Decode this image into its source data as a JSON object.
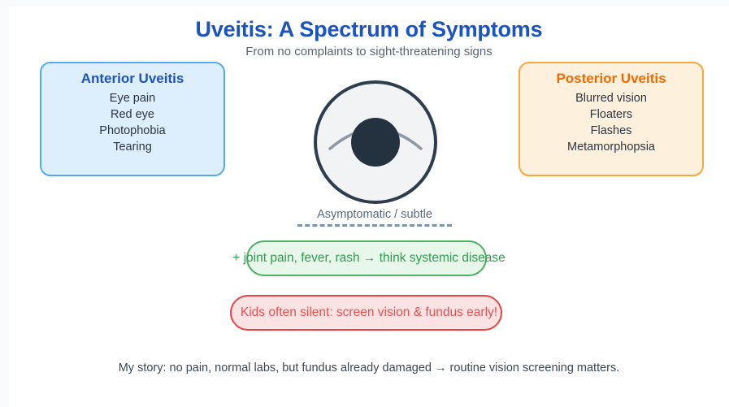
{
  "header": {
    "title": "Uveitis: A Spectrum of Symptoms",
    "subtitle": "From no complaints to sight-threatening signs"
  },
  "panels": {
    "anterior": {
      "heading": "Anterior Uveitis",
      "symptoms": [
        "Eye pain",
        "Red eye",
        "Photophobia",
        "Tearing"
      ],
      "border_color": "#55aaee",
      "fill_color": "#ddeefc",
      "heading_color": "#1b53c0"
    },
    "posterior": {
      "heading": "Posterior Uveitis",
      "symptoms": [
        "Blurred vision",
        "Floaters",
        "Flashes",
        "Metamorphopsia"
      ],
      "border_color": "#f7a83c",
      "fill_color": "#fdf0dd",
      "heading_color": "#f06a00"
    }
  },
  "center": {
    "icon": "eye-icon",
    "caption": "Asymptomatic / subtle",
    "caption_color": "#5c6b7a",
    "divider": "dashed-divider",
    "eye_outline_color": "#2e3d4d",
    "eye_fill_color": "#f2f3f5",
    "eye_pupil_color": "#243240",
    "eye_lid_color": "#8d9aa6"
  },
  "callouts": [
    {
      "text": "+ joint pain, fever, rash → think systemic disease",
      "text_color": "#2e9e4f",
      "border_color": "#4caf62",
      "fill_color": "#e7f7ea"
    },
    {
      "text": "Kids often silent: screen vision & fundus early!",
      "text_color": "#e8504f",
      "border_color": "#e64545",
      "fill_color": "#fbe2e3"
    }
  ],
  "footer": {
    "note": "My story: no pain, normal labs, but fundus already damaged → routine vision screening matters."
  }
}
